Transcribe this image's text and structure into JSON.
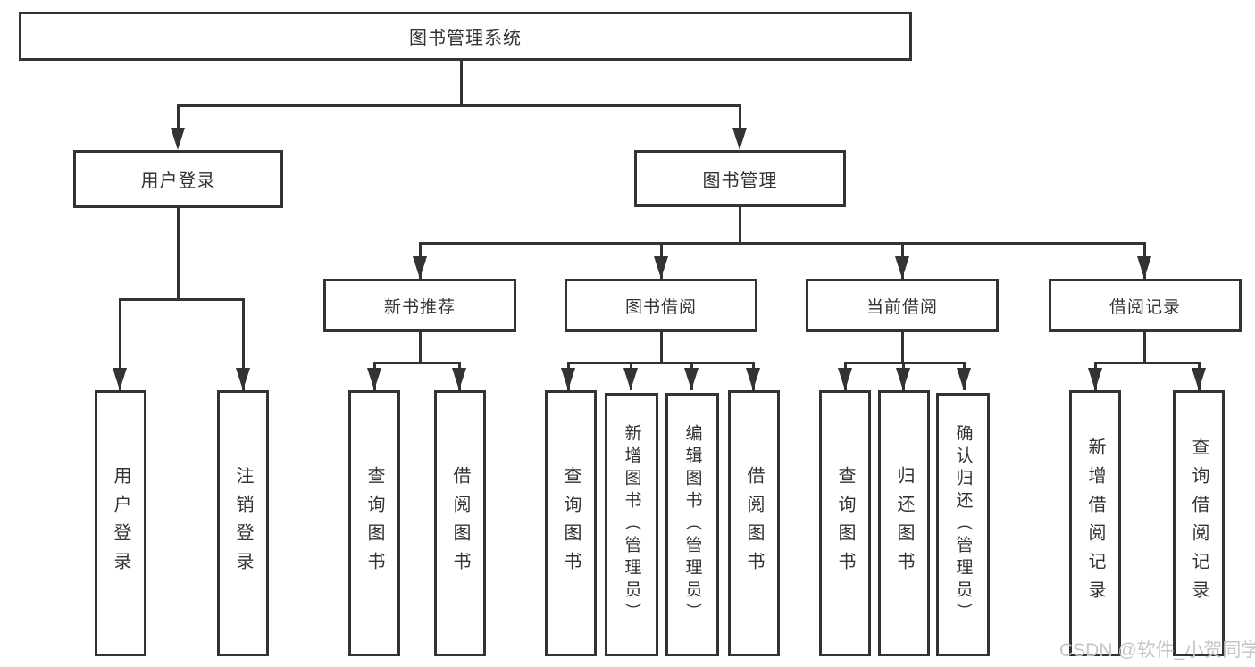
{
  "diagram": {
    "type": "hierarchy-tree",
    "root": {
      "label": "图书管理系统"
    },
    "branches": [
      {
        "label": "用户登录",
        "children": [
          {
            "label": "用户登录"
          },
          {
            "label": "注销登录"
          }
        ]
      },
      {
        "label": "图书管理",
        "children": [
          {
            "label": "新书推荐",
            "children": [
              {
                "label": "查询图书"
              },
              {
                "label": "借阅图书"
              }
            ]
          },
          {
            "label": "图书借阅",
            "children": [
              {
                "label": "查询图书"
              },
              {
                "label": "新增图书（管理员）"
              },
              {
                "label": "编辑图书（管理员）"
              },
              {
                "label": "借阅图书"
              }
            ]
          },
          {
            "label": "当前借阅",
            "children": [
              {
                "label": "查询图书"
              },
              {
                "label": "归还图书"
              },
              {
                "label": "确认归还（管理员）"
              }
            ]
          },
          {
            "label": "借阅记录",
            "children": [
              {
                "label": "新增借阅记录"
              },
              {
                "label": "查询借阅记录"
              }
            ]
          }
        ]
      }
    ],
    "watermark": "CSDN @软件_小贺同学",
    "colors": {
      "line": "#333333",
      "text": "#333333",
      "box_fill": "#ffffff",
      "background": "#ffffff",
      "watermark": "#c5c5c5"
    }
  }
}
